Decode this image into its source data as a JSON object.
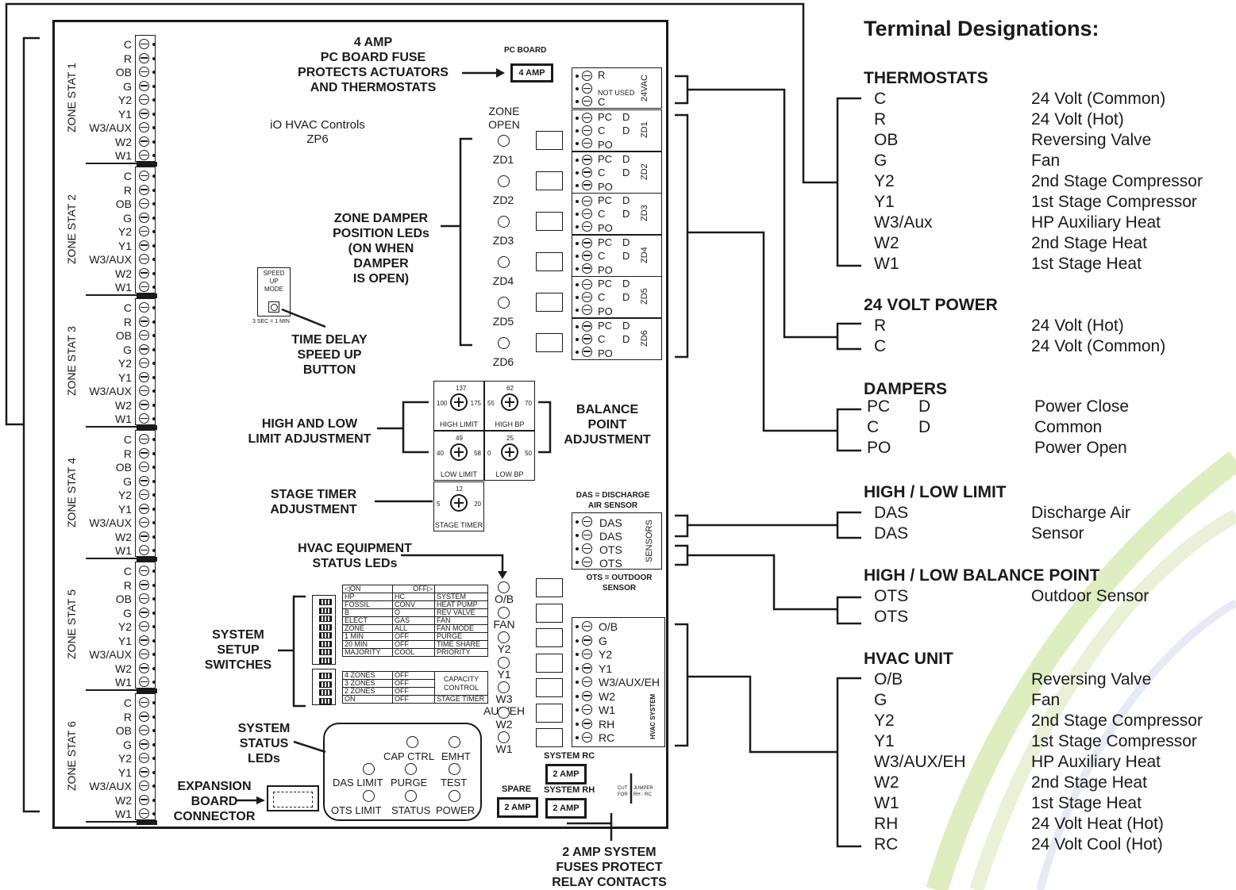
{
  "board": {
    "brand": "iO HVAC Controls",
    "model": "ZP6",
    "pc_board_label": "PC BOARD",
    "pc_fuse": "4 AMP",
    "fuse_callout": "4 AMP\nPC BOARD FUSE\nPROTECTS ACTUATORS\nAND THERMOSTATS",
    "zone_open": "ZONE\nOPEN",
    "zone_leds": [
      "ZD1",
      "ZD2",
      "ZD3",
      "ZD4",
      "ZD5",
      "ZD6"
    ],
    "damper_callout": "ZONE DAMPER\nPOSITION LEDs\n(ON WHEN\nDAMPER\nIS OPEN)",
    "speed_up_box": "SPEED\nUP\nMODE",
    "speed_note": "3 SEC = 1 MIN",
    "speed_callout": "TIME DELAY\nSPEED UP\nBUTTON",
    "limit_callout": "HIGH AND LOW\nLIMIT ADJUSTMENT",
    "balance_callout": "BALANCE\nPOINT\nADJUSTMENT",
    "stage_callout": "STAGE TIMER\nADJUSTMENT",
    "equip_callout": "HVAC EQUIPMENT\nSTATUS LEDs",
    "setup_callout": "SYSTEM\nSETUP\nSWITCHES",
    "status_callout": "SYSTEM\nSTATUS\nLEDs",
    "expansion_callout": "EXPANSION\nBOARD\nCONNECTOR",
    "relay_fuse_callout": "2 AMP SYSTEM\nFUSES PROTECT\nRELAY CONTACTS",
    "das_note": "DAS = DISCHARGE\nAIR SENSOR",
    "ots_note": "OTS = OUTDOOR\nSENSOR",
    "sensors_label": "SENSORS",
    "hvac_system_label": "HVAC SYSTEM",
    "vac_label": "24VAC",
    "not_used": "NOT USED",
    "cut_jumper": "CUT\nFOR",
    "jumper_label": "JUMPER\nRH - RC",
    "spare_label": "SPARE",
    "system_rc_label": "SYSTEM RC",
    "system_rh_label": "SYSTEM RH",
    "two_amp": "2 AMP"
  },
  "pots": [
    {
      "caption": "HIGH LIMIT",
      "min": "100",
      "max": "175",
      "value": "137"
    },
    {
      "caption": "HIGH BP",
      "min": "55",
      "max": "70",
      "value": "62"
    },
    {
      "caption": "LOW LIMIT",
      "min": "40",
      "max": "58",
      "value": "49"
    },
    {
      "caption": "LOW BP",
      "min": "0",
      "max": "50",
      "value": "25"
    },
    {
      "caption": "STAGE TIMER",
      "min": "5",
      "max": "20",
      "value": "12"
    }
  ],
  "zone_stats": {
    "titles": [
      "ZONE STAT 1",
      "ZONE STAT 2",
      "ZONE STAT 3",
      "ZONE STAT 4",
      "ZONE STAT 5",
      "ZONE STAT 6"
    ],
    "terminals": [
      "C",
      "R",
      "OB",
      "G",
      "Y2",
      "Y1",
      "W3/AUX",
      "W2",
      "W1"
    ]
  },
  "damper_terms": {
    "pc": "PC",
    "c": "C",
    "po": "PO",
    "d": "D",
    "zones": [
      "ZD1",
      "ZD2",
      "ZD3",
      "ZD4",
      "ZD5",
      "ZD6"
    ]
  },
  "power_terms": [
    "R",
    "NOT USED",
    "C"
  ],
  "sensor_terms": [
    "DAS",
    "DAS",
    "OTS",
    "OTS"
  ],
  "hvac_terms": [
    "O/B",
    "G",
    "Y2",
    "Y1",
    "W3/AUX/EH",
    "W2",
    "W1",
    "RH",
    "RC"
  ],
  "equip_leds": [
    "O/B",
    "FAN",
    "Y2",
    "Y1",
    "W3\nAUX/EH",
    "W2",
    "W1"
  ],
  "switch_header": {
    "on": "ON",
    "off": "OFF"
  },
  "switches": [
    [
      "HP",
      "HC",
      "SYSTEM"
    ],
    [
      "FOSSIL",
      "CONV",
      "HEAT PUMP"
    ],
    [
      "B",
      "O",
      "REV VALVE"
    ],
    [
      "ELECT",
      "GAS",
      "FAN"
    ],
    [
      "ZONE",
      "ALL",
      "FAN MODE"
    ],
    [
      "1 MIN",
      "OFF",
      "PURGE"
    ],
    [
      "20 MIN",
      "OFF",
      "TIME SHARE"
    ],
    [
      "MAJORITY",
      "COOL",
      "PRIORITY"
    ]
  ],
  "switches2": [
    [
      "4 ZONES",
      "OFF"
    ],
    [
      "3 ZONES",
      "OFF"
    ],
    [
      "2 ZONES",
      "OFF"
    ],
    [
      "ON",
      "OFF",
      "STAGE TIMER"
    ]
  ],
  "capacity_control": "CAPACITY\nCONTROL",
  "status_leds": {
    "cap_ctrl": "CAP CTRL",
    "emht": "EMHT",
    "das_limit": "DAS LIMIT",
    "purge": "PURGE",
    "test": "TEST",
    "ots_limit": "OTS LIMIT",
    "status": "STATUS",
    "power": "POWER"
  },
  "legend": {
    "title": "Terminal Designations:",
    "thermostats": {
      "heading": "THERMOSTATS",
      "rows": [
        [
          "C",
          "24 Volt (Common)"
        ],
        [
          "R",
          "24 Volt (Hot)"
        ],
        [
          "OB",
          "Reversing Valve"
        ],
        [
          "G",
          "Fan"
        ],
        [
          "Y2",
          "2nd Stage Compressor"
        ],
        [
          "Y1",
          "1st Stage Compressor"
        ],
        [
          "W3/Aux",
          "HP Auxiliary Heat"
        ],
        [
          "W2",
          "2nd Stage Heat"
        ],
        [
          "W1",
          "1st Stage Heat"
        ]
      ]
    },
    "power": {
      "heading": "24 VOLT POWER",
      "rows": [
        [
          "R",
          "24 Volt (Hot)"
        ],
        [
          "C",
          "24 Volt (Common)"
        ]
      ]
    },
    "dampers": {
      "heading": "DAMPERS",
      "rows": [
        [
          "PC",
          "D",
          "Power Close"
        ],
        [
          "C",
          "D",
          "Common"
        ],
        [
          "PO",
          "",
          "Power Open"
        ]
      ]
    },
    "limit": {
      "heading": "HIGH / LOW LIMIT",
      "rows": [
        [
          "DAS",
          "Discharge Air"
        ],
        [
          "DAS",
          "Sensor"
        ]
      ]
    },
    "balance": {
      "heading": "HIGH / LOW BALANCE POINT",
      "rows": [
        [
          "OTS",
          "Outdoor Sensor"
        ],
        [
          "OTS",
          ""
        ]
      ]
    },
    "hvac": {
      "heading": "HVAC UNIT",
      "rows": [
        [
          "O/B",
          "Reversing Valve"
        ],
        [
          "G",
          "Fan"
        ],
        [
          "Y2",
          "2nd Stage Compressor"
        ],
        [
          "Y1",
          "1st Stage Compressor"
        ],
        [
          "W3/AUX/EH",
          "HP Auxiliary Heat"
        ],
        [
          "W2",
          "2nd Stage Heat"
        ],
        [
          "W1",
          "1st Stage Heat"
        ],
        [
          "RH",
          "24 Volt Heat (Hot)"
        ],
        [
          "RC",
          "24 Volt Cool (Hot)"
        ]
      ]
    }
  }
}
